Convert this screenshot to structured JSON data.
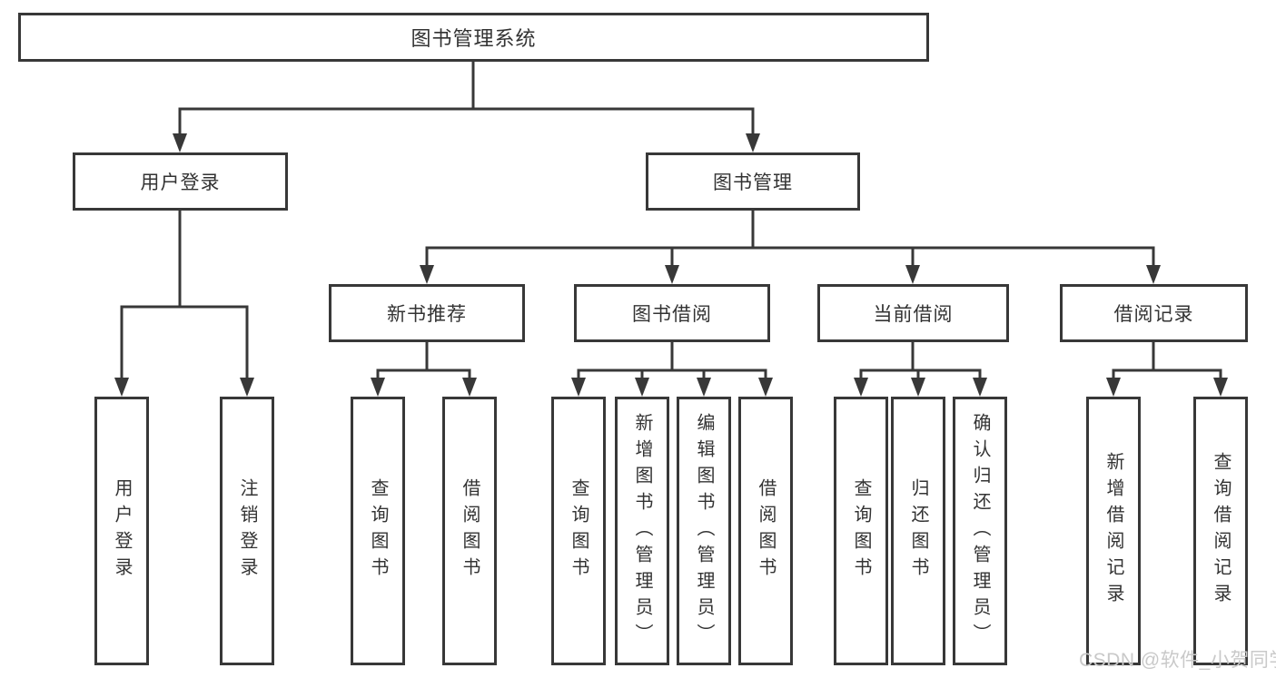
{
  "tree": {
    "label": "图书管理系统",
    "children": [
      {
        "label": "用户登录",
        "children": [
          {
            "label": "用户登录"
          },
          {
            "label": "注销登录"
          }
        ]
      },
      {
        "label": "图书管理",
        "children": [
          {
            "label": "新书推荐",
            "children": [
              {
                "label": "查询图书"
              },
              {
                "label": "借阅图书"
              }
            ]
          },
          {
            "label": "图书借阅",
            "children": [
              {
                "label": "查询图书"
              },
              {
                "label": "新增图书（管理员）"
              },
              {
                "label": "编辑图书（管理员）"
              },
              {
                "label": "借阅图书"
              }
            ]
          },
          {
            "label": "当前借阅",
            "children": [
              {
                "label": "查询图书"
              },
              {
                "label": "归还图书"
              },
              {
                "label": "确认归还（管理员）"
              }
            ]
          },
          {
            "label": "借阅记录",
            "children": [
              {
                "label": "新增借阅记录"
              },
              {
                "label": "查询借阅记录"
              }
            ]
          }
        ]
      }
    ]
  },
  "watermark": {
    "text": "CSDN @软件_小贺同学",
    "color": "#c9c9c9"
  },
  "style": {
    "line_color": "#383838",
    "text_color": "#333333",
    "background": "#ffffff"
  }
}
